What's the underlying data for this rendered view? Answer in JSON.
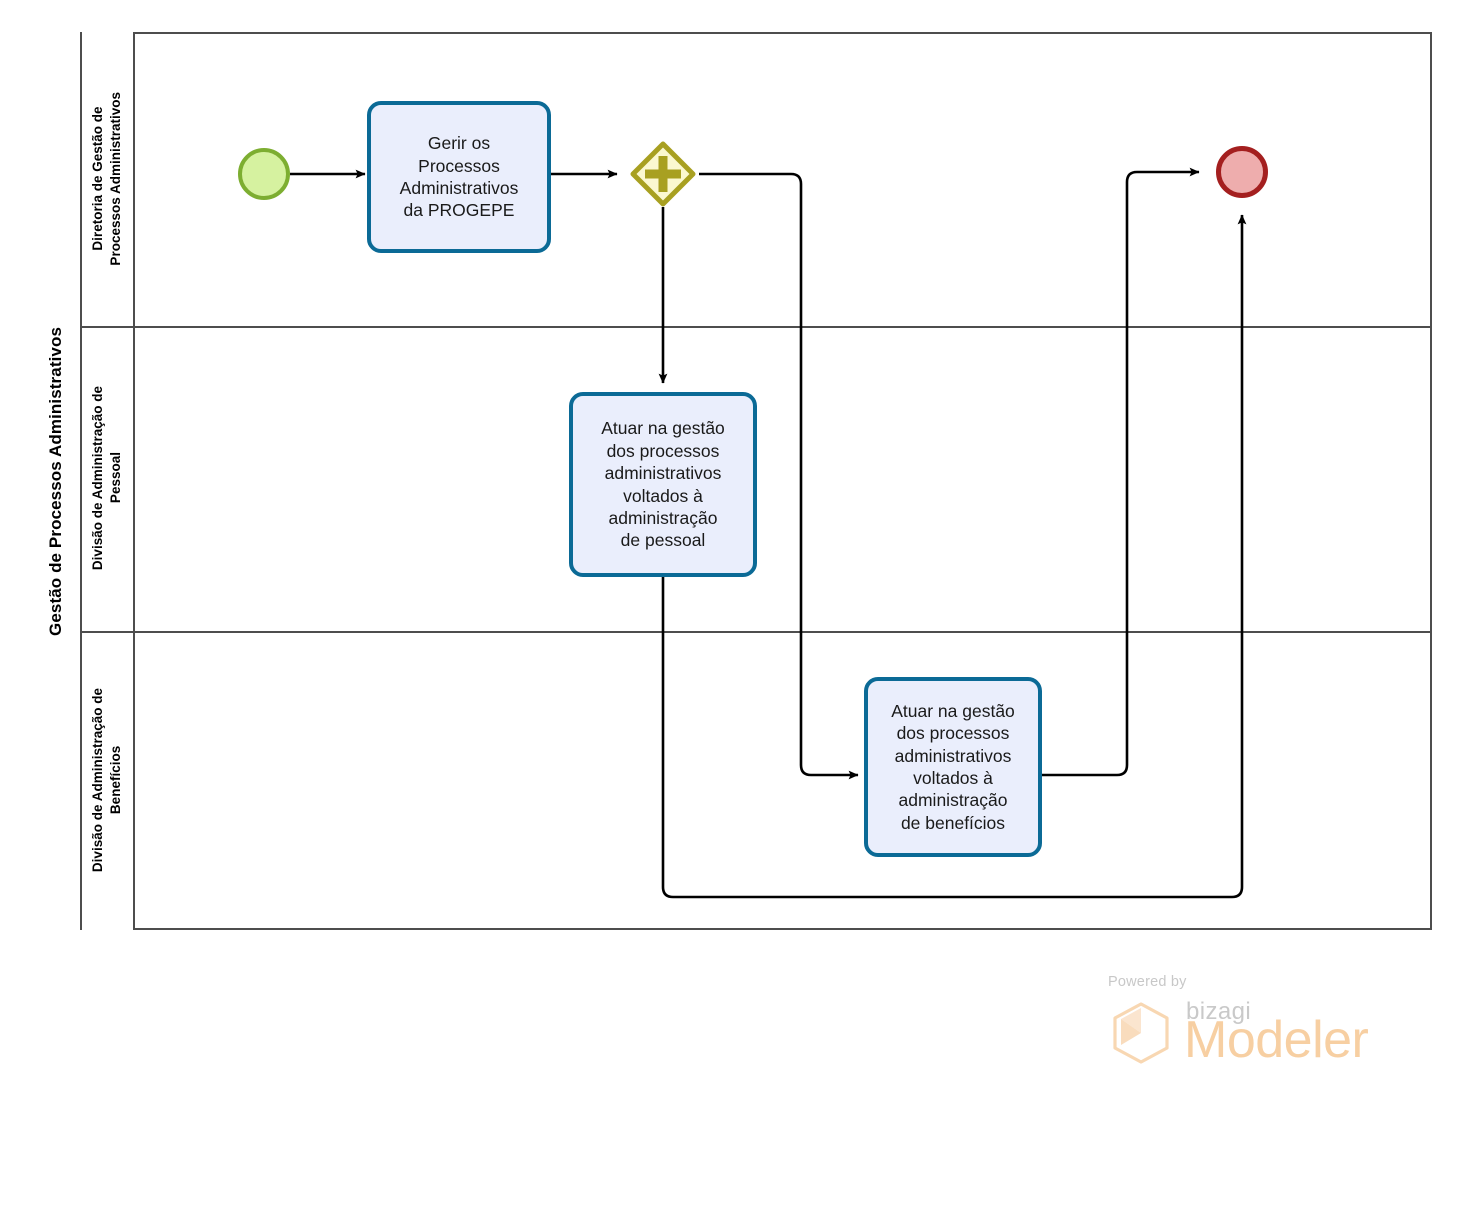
{
  "diagram": {
    "type": "bpmn-process",
    "pool": {
      "name": "Gestão de Processos Administrativos"
    },
    "lanes": [
      {
        "id": "lane-diretoria",
        "name": "Diretoria de Gestão de\nProcessos Administrativos"
      },
      {
        "id": "lane-pessoal",
        "name": "Divisão de Administração de\nPessoal"
      },
      {
        "id": "lane-beneficios",
        "name": "Divisão de Administração de\nBenefícios"
      }
    ],
    "nodes": {
      "start_event": {
        "name": "start-event",
        "type": "start-event",
        "lane": "lane-diretoria"
      },
      "task_gerir": {
        "name": "task-gerir-processos",
        "type": "task",
        "lane": "lane-diretoria",
        "label": "Gerir os\nProcessos\nAdministrativos\nda PROGEPE"
      },
      "gateway_parallel": {
        "name": "parallel-gateway",
        "type": "parallel-gateway",
        "lane": "lane-diretoria",
        "symbol": "plus"
      },
      "task_pessoal": {
        "name": "task-gestao-pessoal",
        "type": "task",
        "lane": "lane-pessoal",
        "label": "Atuar na gestão\ndos processos\nadministrativos\nvoltados à\nadministração\nde pessoal"
      },
      "task_beneficios": {
        "name": "task-gestao-beneficios",
        "type": "task",
        "lane": "lane-beneficios",
        "label": "Atuar na gestão\ndos processos\nadministrativos\nvoltados à\nadministração\nde benefícios"
      },
      "end_event": {
        "name": "end-event",
        "type": "end-event",
        "lane": "lane-diretoria"
      }
    },
    "flows": [
      {
        "from": "start_event",
        "to": "task_gerir"
      },
      {
        "from": "task_gerir",
        "to": "gateway_parallel"
      },
      {
        "from": "gateway_parallel",
        "to": "task_pessoal"
      },
      {
        "from": "gateway_parallel",
        "to": "task_beneficios"
      },
      {
        "from": "task_pessoal",
        "to": "end_event"
      },
      {
        "from": "task_beneficios",
        "to": "end_event"
      }
    ],
    "colors": {
      "pool_border": "#4d4d4d",
      "task_fill": "#eaeefc",
      "task_border": "#0b6a96",
      "start_fill": "#d6f2a0",
      "start_border": "#7dae31",
      "end_fill": "#eeadad",
      "end_border": "#a41f1f",
      "gateway_fill": "#fbf8d0",
      "gateway_border": "#a8a021",
      "gateway_symbol": "#a8a021",
      "connector": "#000000",
      "bizagi_orange": "#f7cfa2"
    }
  },
  "footer": {
    "powered_by": "Powered by",
    "brand": "bizagi",
    "product": "Modeler"
  }
}
